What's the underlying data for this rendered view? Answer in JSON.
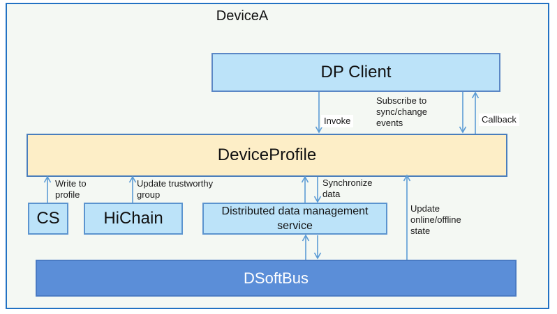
{
  "title": "DeviceA",
  "boxes": {
    "dp_client": {
      "label": "DP Client"
    },
    "device_profile": {
      "label": "DeviceProfile"
    },
    "cs": {
      "label": "CS"
    },
    "hichain": {
      "label": "HiChain"
    },
    "ddms": {
      "label": "Distributed data management service"
    },
    "dsoftbus": {
      "label": "DSoftBus"
    }
  },
  "edge_labels": {
    "invoke": "Invoke",
    "subscribe": "Subscribe to sync/change events",
    "callback": "Callback",
    "write_to_profile": "Write to profile",
    "update_trustworthy_group": "Update trustworthy group",
    "synchronize_data": "Synchronize data",
    "update_online_offline_state": "Update online/offline state"
  },
  "colors": {
    "frame_border": "#2272c3",
    "background": "#f4f8f3",
    "light_blue_fill": "#bce3f9",
    "light_blue_border": "#5b94cf",
    "device_profile_fill": "#fdeec7",
    "device_profile_border": "#4a7ebc",
    "dsoftbus_fill": "#5b8ed8",
    "dsoftbus_border": "#4a7bc4",
    "dsoftbus_text": "#ffffff",
    "arrow": "#5b9bd5"
  }
}
